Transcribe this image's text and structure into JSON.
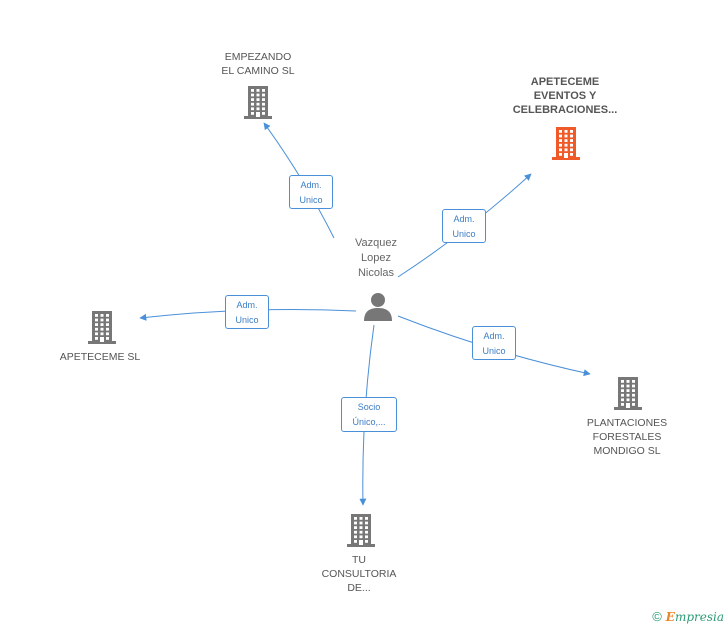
{
  "center": {
    "name": "Vazquez\nLopez\nNicolas"
  },
  "nodes": [
    {
      "id": "empezando",
      "name": "EMPEZANDO\nEL CAMINO SL",
      "color": "#777777",
      "highlight": false
    },
    {
      "id": "apeteceme-eventos",
      "name": "APETECEME\nEVENTOS Y\nCELEBRACIONES...",
      "color": "#f05a28",
      "highlight": true
    },
    {
      "id": "apeteceme-sl",
      "name": "APETECEME  SL",
      "color": "#777777",
      "highlight": false
    },
    {
      "id": "plantaciones",
      "name": "PLANTACIONES\nFORESTALES\nMONDIGO  SL",
      "color": "#777777",
      "highlight": false
    },
    {
      "id": "tu-consultoria",
      "name": "TU\nCONSULTORIA\nDE...",
      "color": "#777777",
      "highlight": false
    }
  ],
  "edges": [
    {
      "to": "empezando",
      "label": "Adm.\nUnico"
    },
    {
      "to": "apeteceme-eventos",
      "label": "Adm.\nUnico"
    },
    {
      "to": "apeteceme-sl",
      "label": "Adm.\nUnico"
    },
    {
      "to": "plantaciones",
      "label": "Adm.\nUnico"
    },
    {
      "to": "tu-consultoria",
      "label": "Socio\nÚnico,..."
    }
  ],
  "colors": {
    "edge": "#4a90d9",
    "person": "#777777"
  },
  "footer": {
    "copyright": "©",
    "brand_e": "E",
    "brand_rest": "mpresia"
  }
}
